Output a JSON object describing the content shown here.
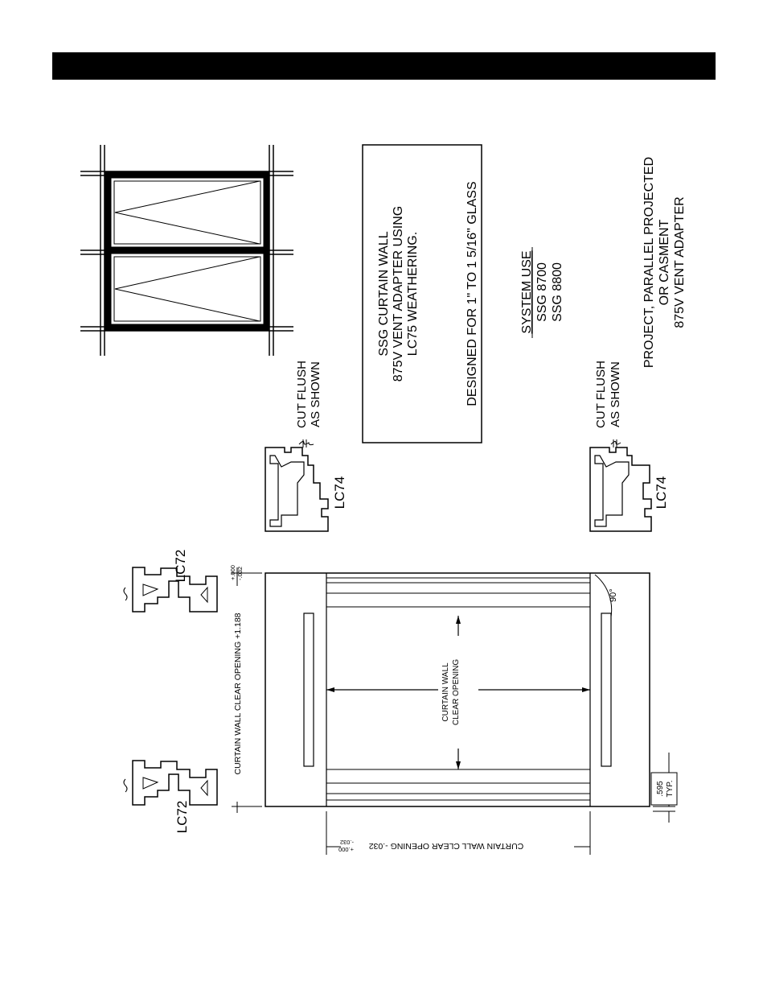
{
  "header": {
    "title": ""
  },
  "note_box": {
    "line1": "SSG  CURTAIN  WALL",
    "line2": "875V  VENT  ADAPTER  USING",
    "line3": "LC75  WEATHERING.",
    "line4": "DESIGNED  FOR  1\"  TO  1  5/16\"  GLASS"
  },
  "system_use": {
    "heading": "SYSTEM  USE",
    "item1": "SSG  8700",
    "item2": "SSG  8800"
  },
  "vent_types": {
    "line1": "PROJECT, PARALLEL PROJECTED",
    "line2": "OR CASMENT",
    "line3": "875V VENT ADAPTER"
  },
  "cut_note_top": {
    "line1": "CUT FLUSH",
    "line2": "AS SHOWN"
  },
  "cut_note_bottom": {
    "line1": "CUT FLUSH",
    "line2": "AS SHOWN"
  },
  "part_labels": {
    "lc74_top": "LC74",
    "lc74_bottom": "LC74",
    "lc72_top": "LC72",
    "lc72_bottom": "LC72"
  },
  "dimensions": {
    "vertical": "CURTAIN  WALL  CLEAR  OPENING  +1.188",
    "vertical_tol_plus": "+.000",
    "vertical_tol_minus": "-.032",
    "horizontal": "CURTAIN  WALL  CLEAR  OPENING  -.032",
    "horizontal_tol_plus": "+.000",
    "horizontal_tol_minus": "-.032",
    "center_line1": "CURTAIN  WALL",
    "center_line2": "CLEAR  OPENING",
    "angle": "90°",
    "typ_value": ".595",
    "typ_label": "TYP."
  }
}
